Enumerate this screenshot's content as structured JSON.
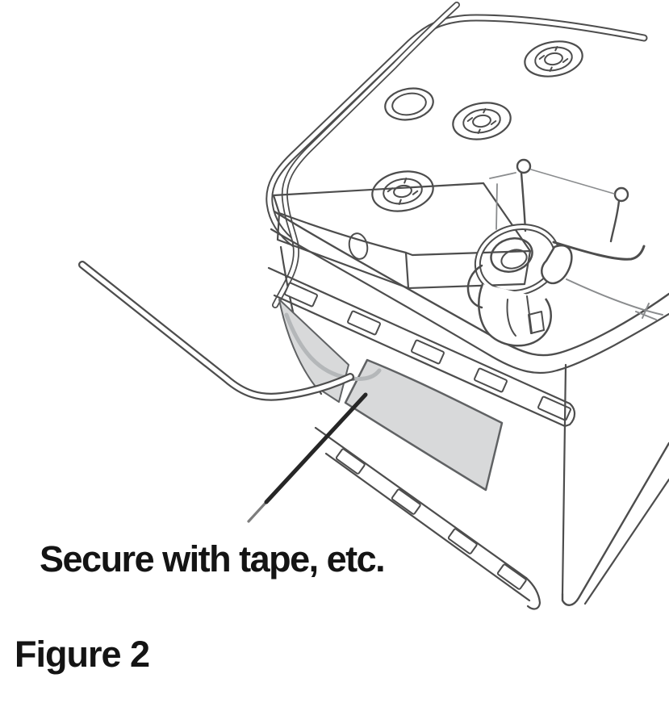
{
  "figure": {
    "annotation": "Secure with tape, etc.",
    "caption": "Figure 2",
    "description": "Line illustration of a car battery viewed from the upper front-left; a wire runs over the top-left corner and along the side, held to the battery case by a gray piece of tape; a leader line points from the annotation text to the tape."
  },
  "colors": {
    "background": "#ffffff",
    "line": "#4d4d4d",
    "line_faint": "#8a8c8e",
    "tape_fill": "#d8d9da",
    "tape_outline": "#606264",
    "leader": "#262626",
    "text": "#141414"
  }
}
